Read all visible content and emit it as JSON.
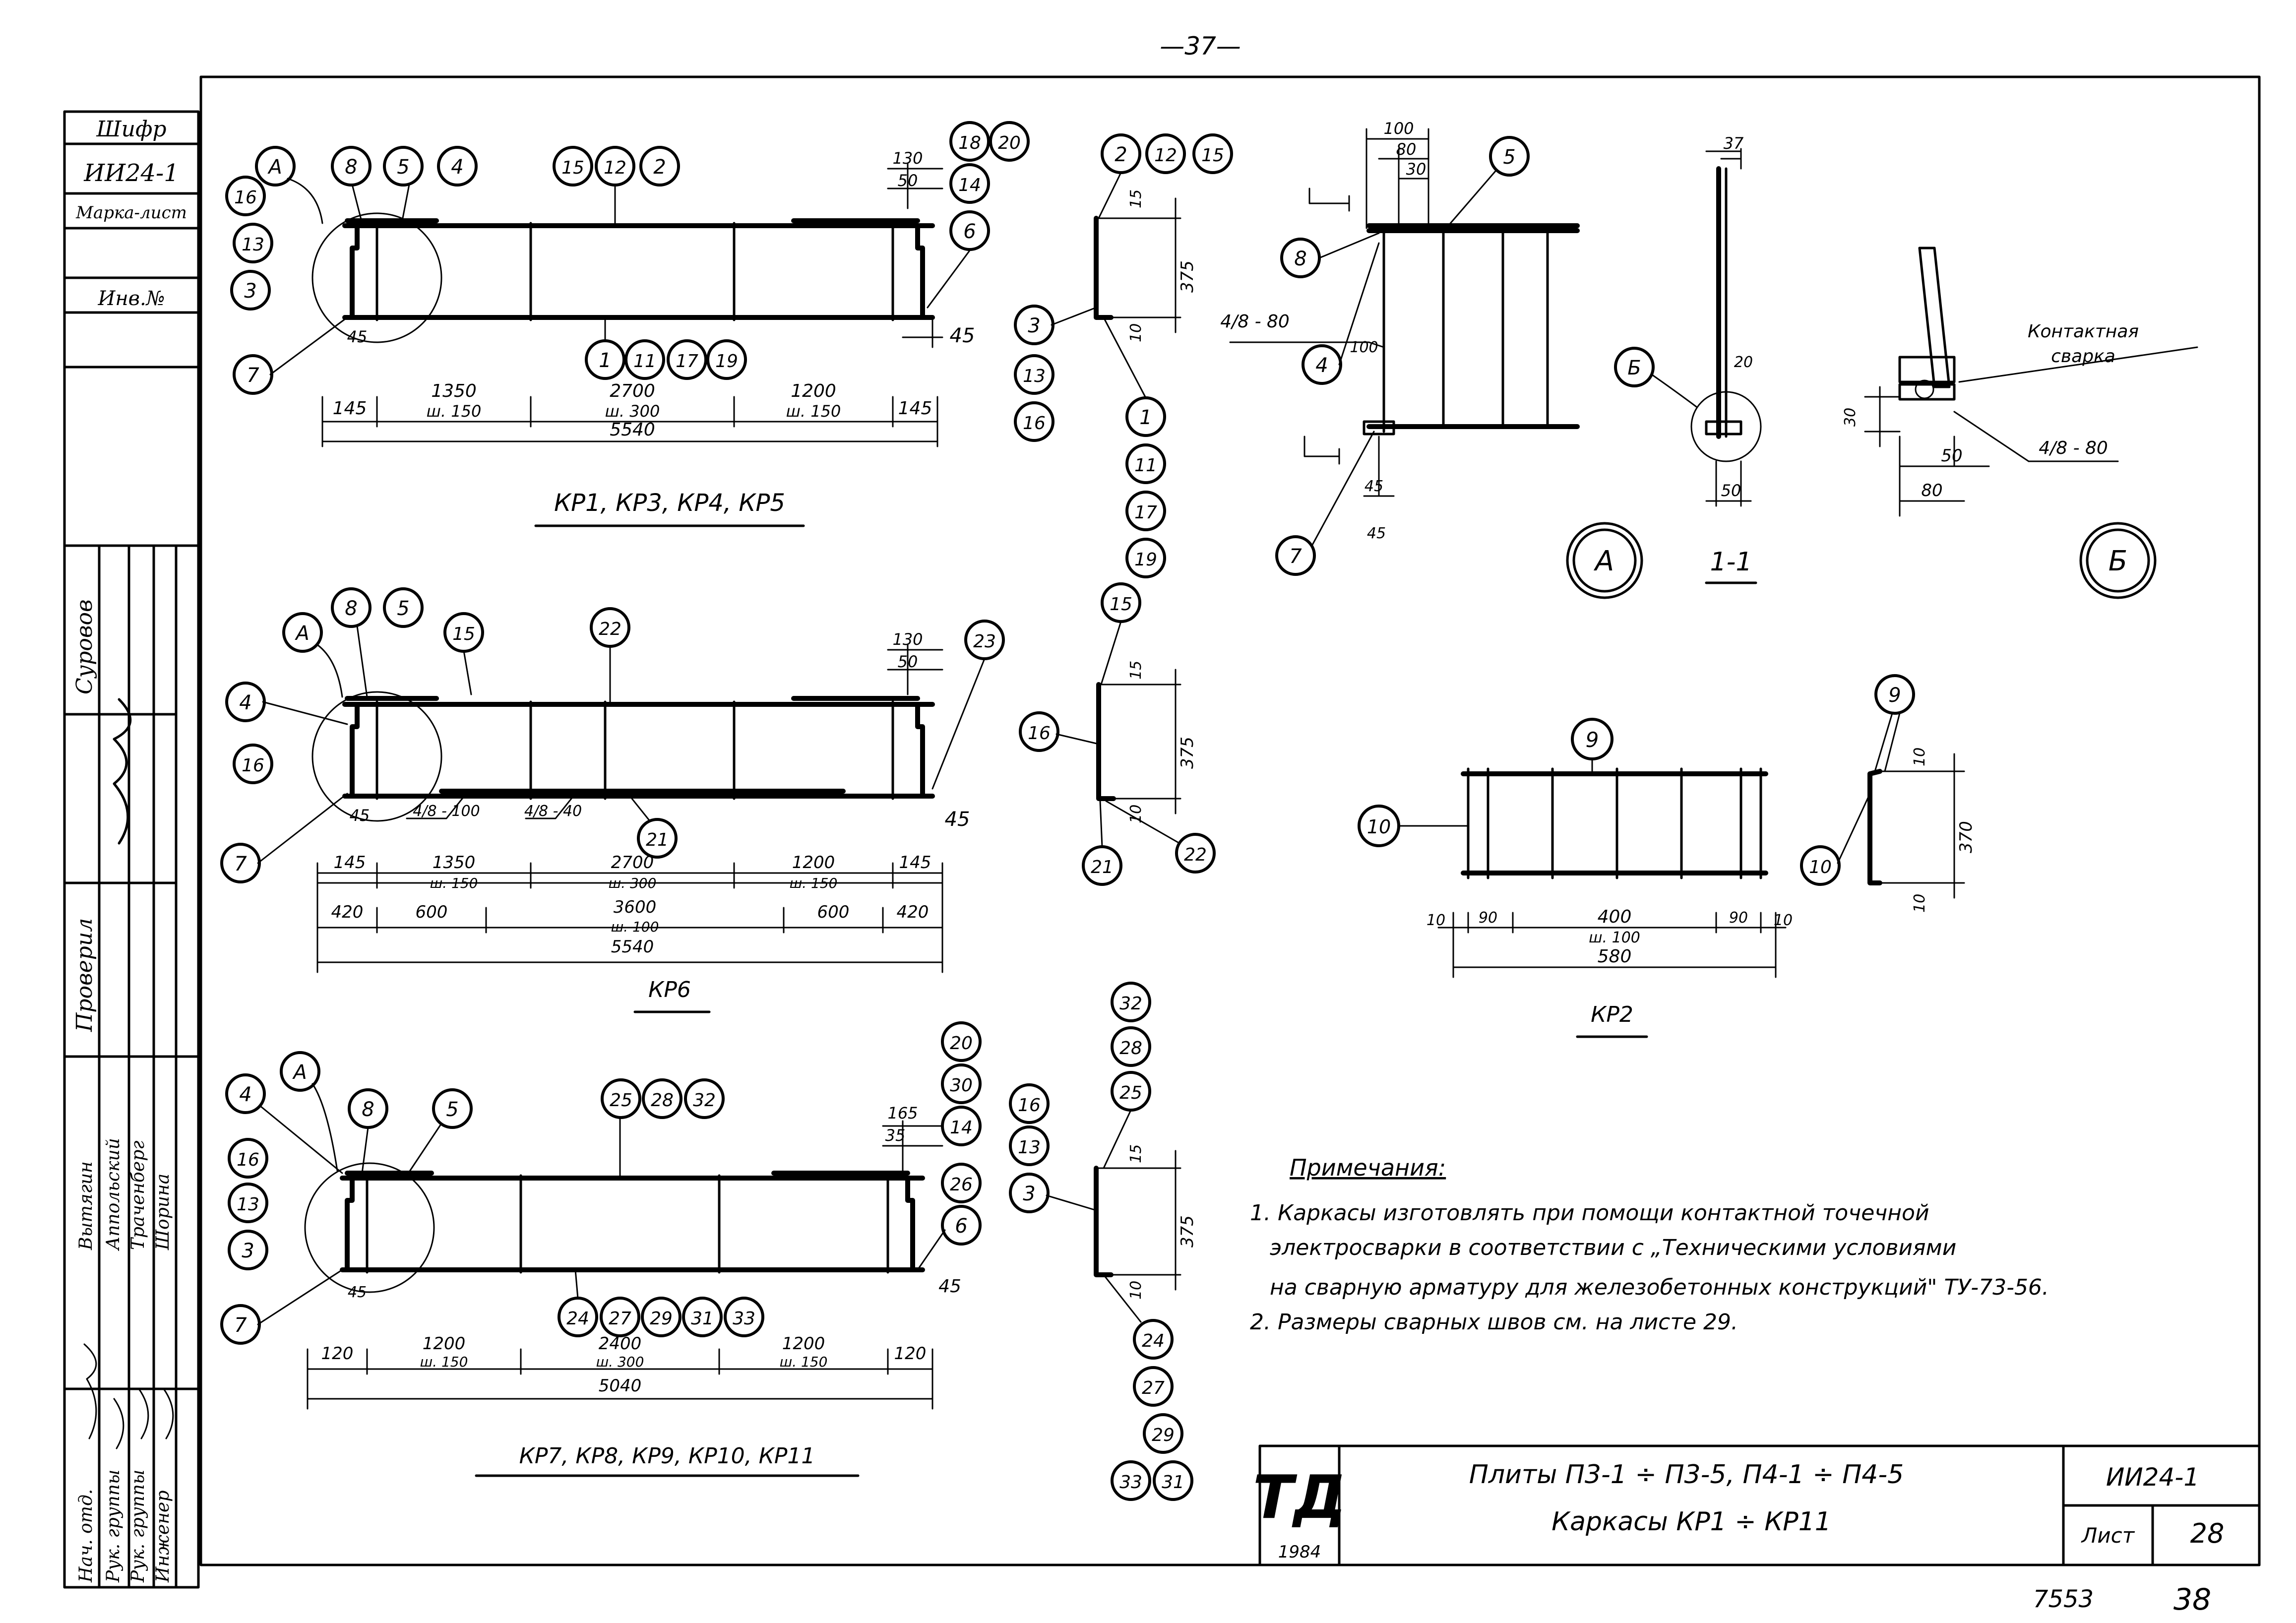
{
  "page_number": "—37—",
  "sheet_bottom_number": "38",
  "sheet_bottom_code": "7553",
  "side_stamp": {
    "cipher_label": "Шифр",
    "cipher_value": "ИИ24-1",
    "mark_sheet_label": "Марка-лист",
    "inv_label": "Инв.№",
    "roles": [
      "Нач. отд.",
      "Рук. группы",
      "Рук. группы",
      "Инженер"
    ],
    "names": [
      "Вытягин",
      "Аппольский",
      "Траченберг",
      "Шорина"
    ],
    "checked_label": "Проверил",
    "checked_name": "Суровов"
  },
  "title_block": {
    "logo": "ТД",
    "year": "1984",
    "title_line1": "Плиты П3-1 ÷ П3-5, П4-1 ÷ П4-5",
    "title_line2": "Каркасы КР1 ÷ КР11",
    "code": "ИИ24-1",
    "sheet_label": "Лист",
    "sheet_value": "28"
  },
  "notes": {
    "heading": "Примечания:",
    "line1": "1. Каркасы изготовлять при помощи контактной точечной",
    "line2": "электросварки в соответствии с „Техническими условиями",
    "line3": "на сварную арматуру для железобетонных конструкций\" ТУ-73-56.",
    "line4": "2. Размеры сварных швов см. на листе 29."
  },
  "drawings": {
    "kr1": {
      "caption": "КР1, КР3, КР4, КР5",
      "bubbles": [
        "А",
        "8",
        "5",
        "4",
        "15",
        "12",
        "2",
        "18",
        "20",
        "14",
        "6",
        "16",
        "13",
        "3",
        "7",
        "1",
        "11",
        "17",
        "19"
      ],
      "dims": [
        "145",
        "1350",
        "ш. 150",
        "2700",
        "ш. 300",
        "1200",
        "ш. 150",
        "145",
        "5540",
        "130",
        "50",
        "45",
        "45"
      ]
    },
    "kr1_section": {
      "bubbles": [
        "2",
        "12",
        "15",
        "3",
        "13",
        "16",
        "1",
        "11",
        "17",
        "19"
      ],
      "dims": [
        "15",
        "375",
        "10"
      ]
    },
    "kr6": {
      "caption": "КР6",
      "bubbles": [
        "А",
        "8",
        "5",
        "15",
        "22",
        "23",
        "4",
        "16",
        "7",
        "21"
      ],
      "dims": [
        "145",
        "1350",
        "ш. 150",
        "2700",
        "ш. 300",
        "1200",
        "ш. 150",
        "145",
        "420",
        "600",
        "3600",
        "ш. 100",
        "600",
        "420",
        "5540",
        "130",
        "50",
        "45",
        "45"
      ],
      "welds": [
        "4/8 - 100",
        "4/8 - 40"
      ]
    },
    "kr6_section": {
      "bubbles": [
        "15",
        "16",
        "21",
        "22"
      ],
      "dims": [
        "15",
        "375",
        "10"
      ]
    },
    "kr7": {
      "caption": "КР7, КР8, КР9, КР10, КР11",
      "bubbles": [
        "4",
        "А",
        "8",
        "5",
        "25",
        "28",
        "32",
        "20",
        "30",
        "14",
        "26",
        "6",
        "16",
        "13",
        "3",
        "7",
        "24",
        "27",
        "29",
        "31",
        "33"
      ],
      "dims": [
        "120",
        "1200",
        "ш. 150",
        "2400",
        "ш. 300",
        "1200",
        "ш. 150",
        "120",
        "5040",
        "165",
        "35",
        "45",
        "45"
      ]
    },
    "kr7_section": {
      "bubbles": [
        "32",
        "28",
        "25",
        "16",
        "13",
        "3",
        "24",
        "27",
        "29",
        "33",
        "31"
      ],
      "dims": [
        "15",
        "375",
        "10"
      ]
    },
    "detail_a": {
      "label": "А",
      "bubbles": [
        "5",
        "8",
        "4",
        "7"
      ],
      "dims": [
        "100",
        "80",
        "30",
        "100",
        "45",
        "45"
      ],
      "weld": "4/8 - 80"
    },
    "section_1_1": {
      "label": "1-1",
      "bubbles": [
        "Б"
      ],
      "dims": [
        "37",
        "20",
        "50"
      ]
    },
    "detail_b": {
      "label": "Б",
      "note1": "Контактная",
      "note2": "сварка",
      "weld": "4/8 - 80",
      "dims": [
        "30",
        "50",
        "80"
      ]
    },
    "kr2": {
      "caption": "КР2",
      "bubbles": [
        "9",
        "10"
      ],
      "dims": [
        "10",
        "90",
        "400",
        "ш. 100",
        "90",
        "10",
        "580"
      ]
    },
    "kr2_section": {
      "bubbles": [
        "9",
        "10"
      ],
      "dims": [
        "10",
        "370",
        "10"
      ]
    }
  }
}
